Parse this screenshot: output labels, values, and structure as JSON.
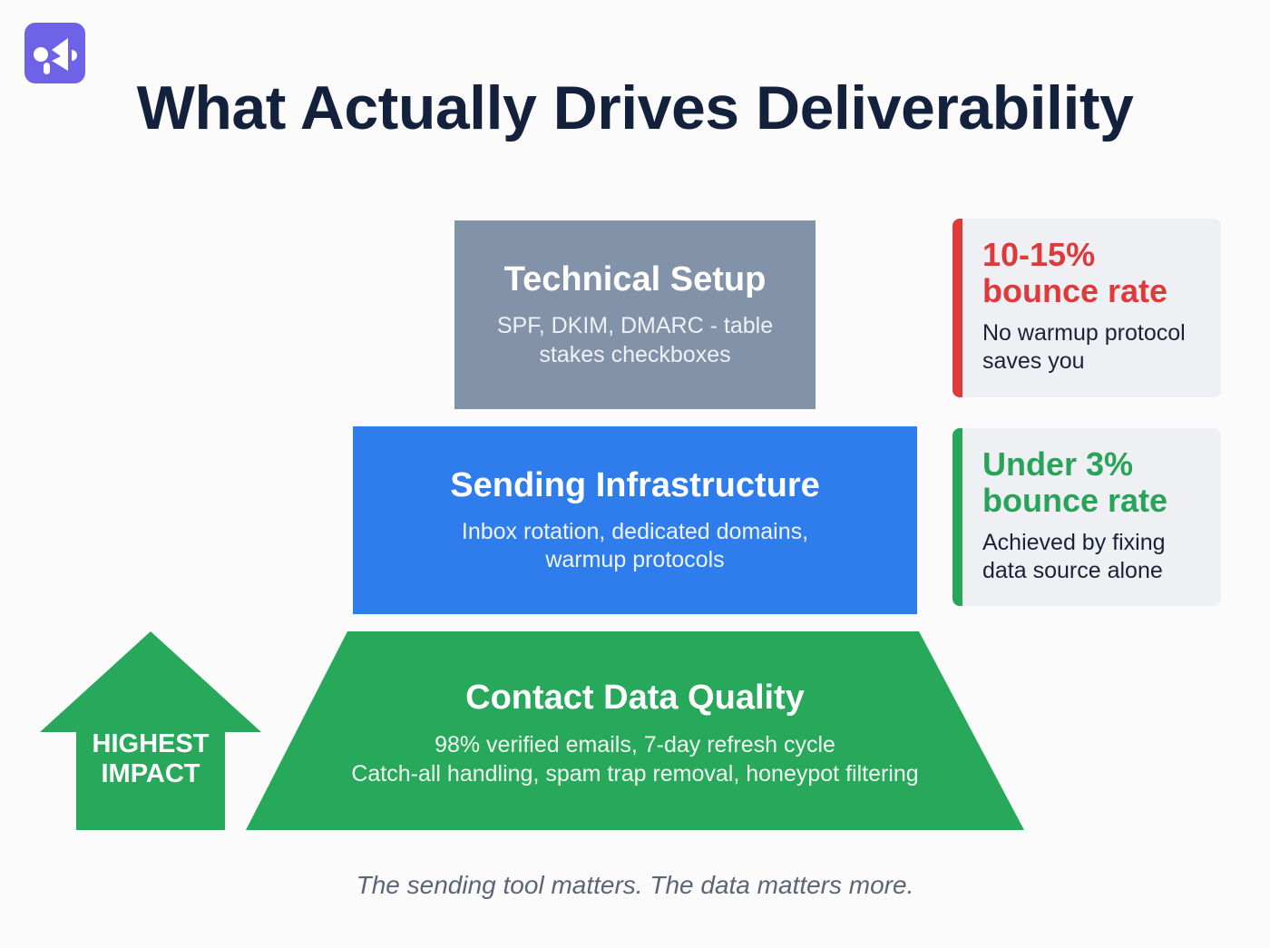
{
  "logo": {
    "icon": "megaphone-icon",
    "color": "#6e63e6"
  },
  "title": "What Actually Drives Deliverability",
  "pyramid": {
    "tiers": [
      {
        "heading": "Technical Setup",
        "desc_line1": "SPF, DKIM, DMARC - table",
        "desc_line2": "stakes checkboxes",
        "color": "#8292a9"
      },
      {
        "heading": "Sending Infrastructure",
        "desc_line1": "Inbox rotation, dedicated domains,",
        "desc_line2": "warmup protocols",
        "color": "#2f7ded"
      },
      {
        "heading": "Contact Data Quality",
        "desc_line1": "98% verified emails, 7-day refresh cycle",
        "desc_line2": "Catch-all handling, spam trap removal, honeypot filtering",
        "color": "#27a85a"
      }
    ]
  },
  "impact_arrow": {
    "icon": "up-arrow-icon",
    "line1": "HIGHEST",
    "line2": "IMPACT",
    "color": "#27a85a"
  },
  "stat_cards": [
    {
      "stat_line1": "10-15%",
      "stat_line2": "bounce rate",
      "note_line1": "No warmup protocol",
      "note_line2": "saves you",
      "accent": "#e03b3b"
    },
    {
      "stat_line1": "Under 3%",
      "stat_line2": "bounce rate",
      "note_line1": "Achieved by fixing",
      "note_line2": "data source alone",
      "accent": "#2aa65a"
    }
  ],
  "footer": "The sending tool matters. The data matters more."
}
